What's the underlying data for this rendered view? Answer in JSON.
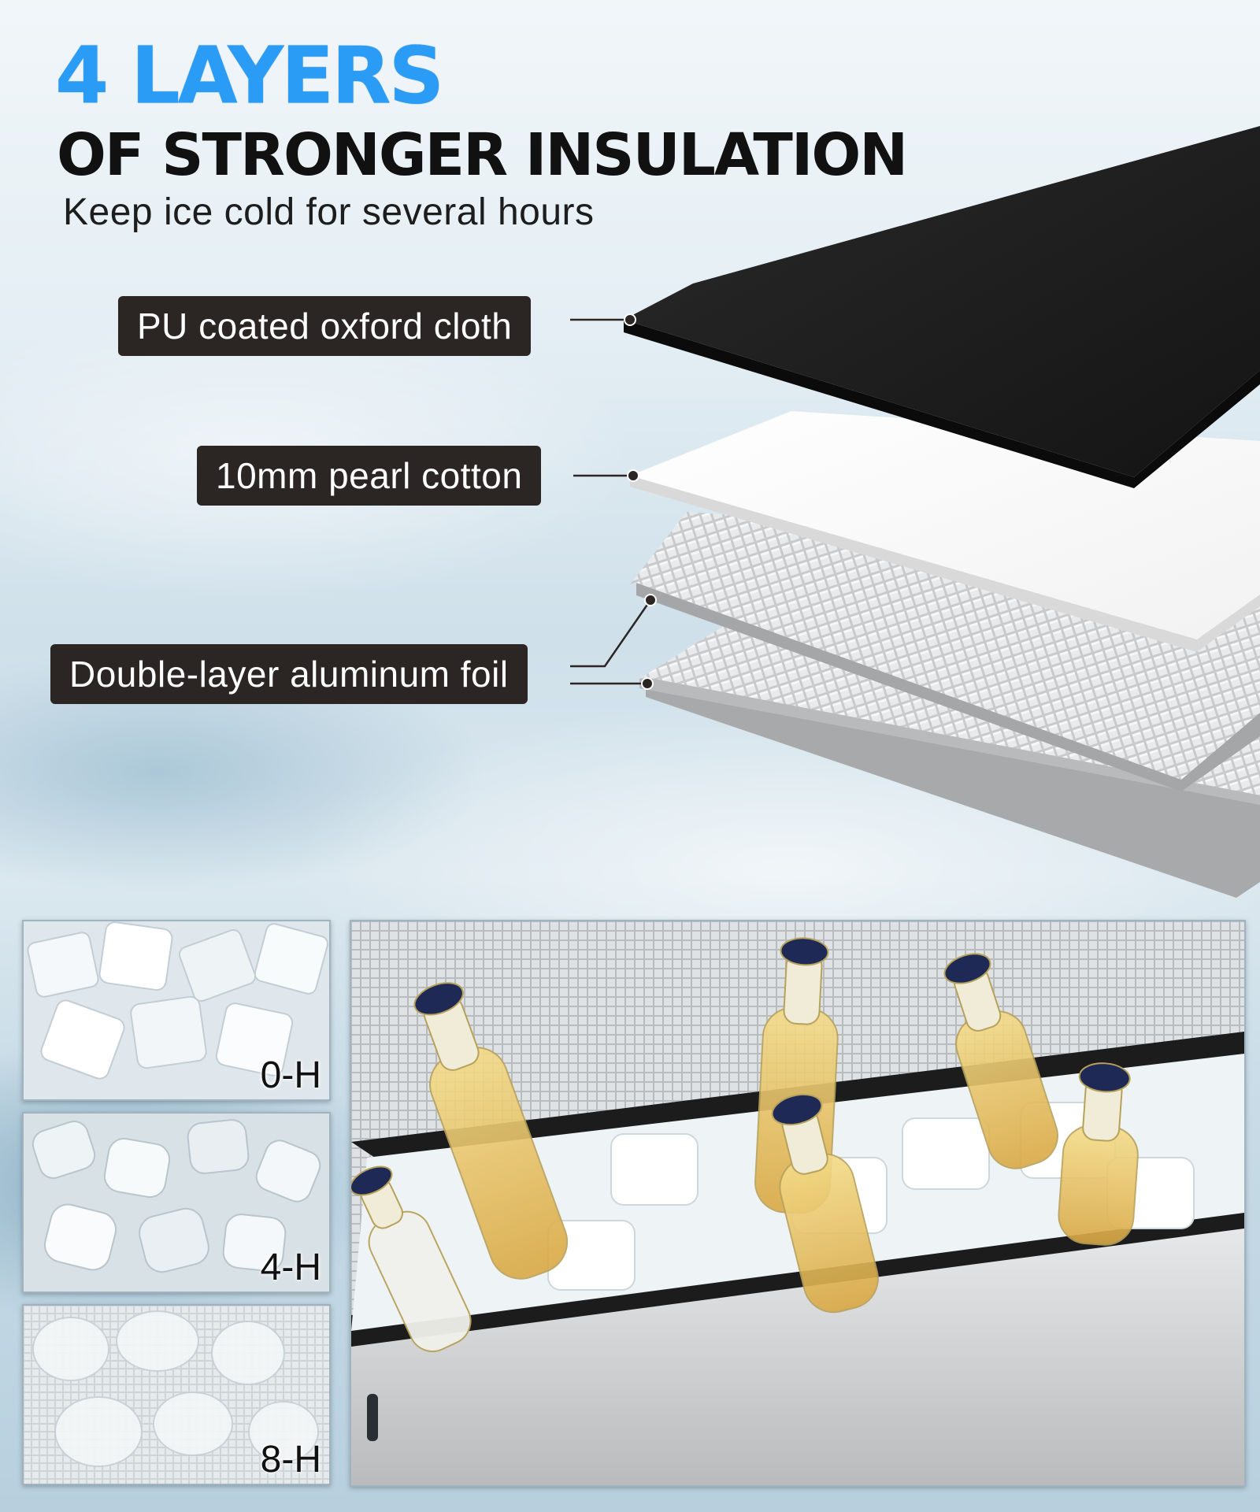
{
  "headline": {
    "line1": "4 LAYERS",
    "line2": "OF STRONGER INSULATION",
    "subtitle": "Keep ice cold for several hours"
  },
  "layers": [
    {
      "label": "PU coated oxford cloth",
      "material": "black-fabric"
    },
    {
      "label": "10mm pearl cotton",
      "material": "white-foam"
    },
    {
      "label": "Double-layer aluminum foil",
      "material": "silver-foil"
    }
  ],
  "ice_timeline": [
    {
      "label": "0-H",
      "state": "solid-cubes"
    },
    {
      "label": "4-H",
      "state": "slightly-melted"
    },
    {
      "label": "8-H",
      "state": "mostly-melted"
    }
  ],
  "photo": {
    "subject": "cooler-with-bottles-on-ice"
  },
  "colors": {
    "accent_blue": "#2a9cf5",
    "label_bg": "#2b2523",
    "label_text": "#ffffff",
    "headline_dark": "#111111"
  }
}
